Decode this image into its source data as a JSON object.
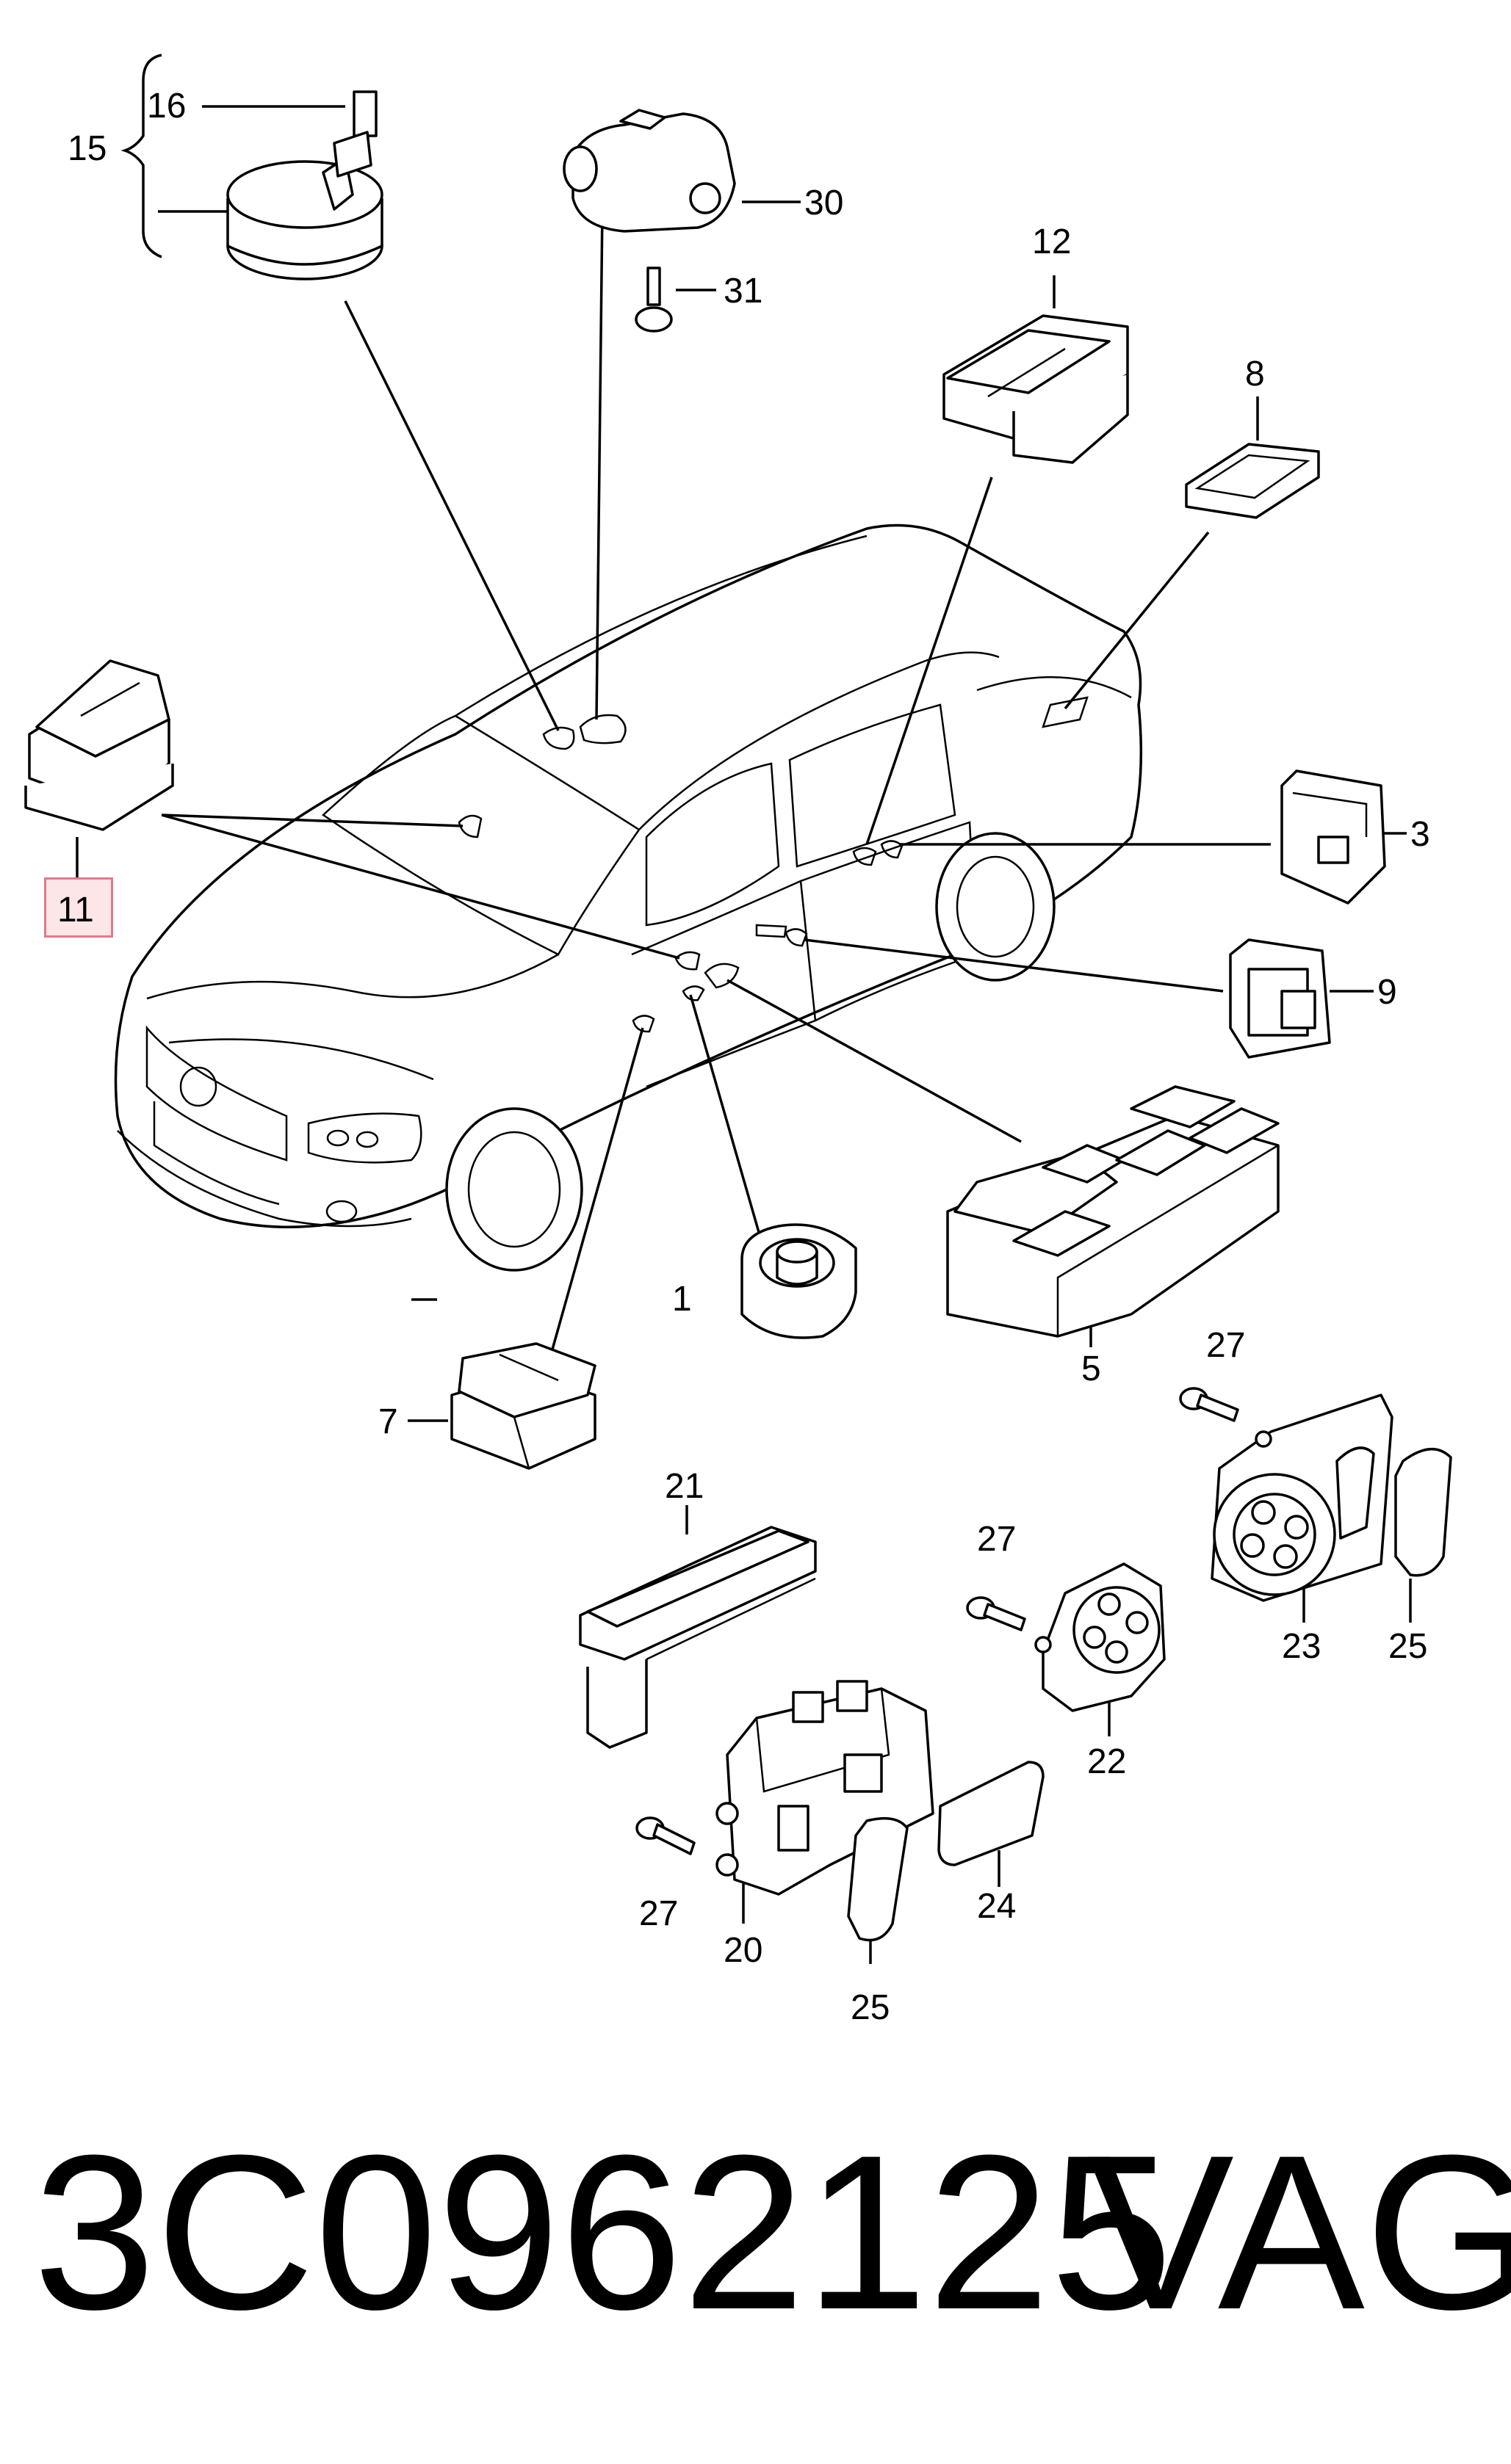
{
  "callouts": {
    "c1": "1",
    "c3": "3",
    "c5": "5",
    "c7": "7",
    "c8": "8",
    "c9": "9",
    "c11": "11",
    "c12": "12",
    "c15": "15",
    "c16": "16",
    "c20": "20",
    "c21": "21",
    "c22": "22",
    "c23": "23",
    "c24": "24",
    "c25a": "25",
    "c25b": "25",
    "c27a": "27",
    "c27b": "27",
    "c27c": "27",
    "c30": "30",
    "c31": "31"
  },
  "highlighted_callout": "11",
  "footer": {
    "part_number": "3C0962125",
    "brand": "VAG"
  },
  "colors": {
    "highlight_fill": "#fde6e8",
    "highlight_border": "#e07a86",
    "line": "#000000"
  }
}
